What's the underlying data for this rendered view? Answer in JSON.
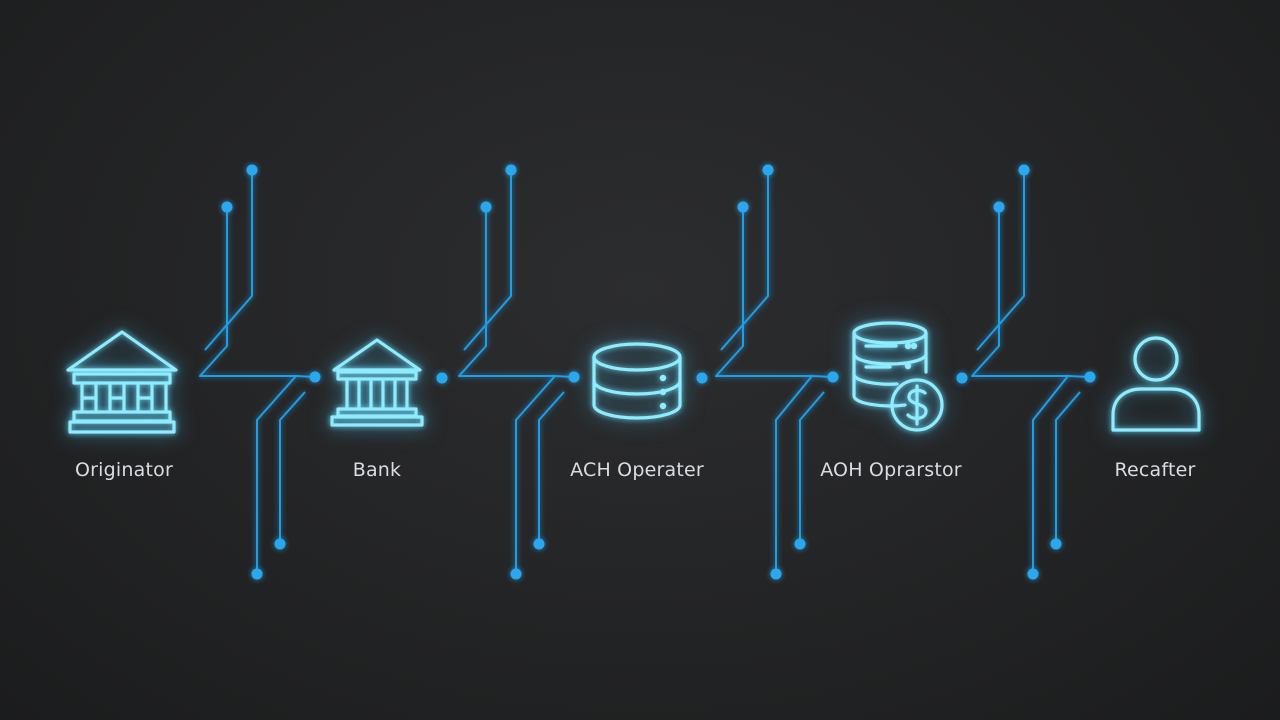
{
  "nodes": [
    {
      "label": "Originator",
      "icon": "bank-building-icon"
    },
    {
      "label": "Bank",
      "icon": "bank-building-icon"
    },
    {
      "label": "ACH Operater",
      "icon": "database-icon"
    },
    {
      "label": "AOH Oprarstor",
      "icon": "database-dollar-icon"
    },
    {
      "label": "Recafter",
      "icon": "user-icon"
    }
  ],
  "colors": {
    "background": "#232425",
    "icon_stroke": "#8fecff",
    "connector": "#1e9ee8",
    "label_text": "#d8dde2"
  }
}
